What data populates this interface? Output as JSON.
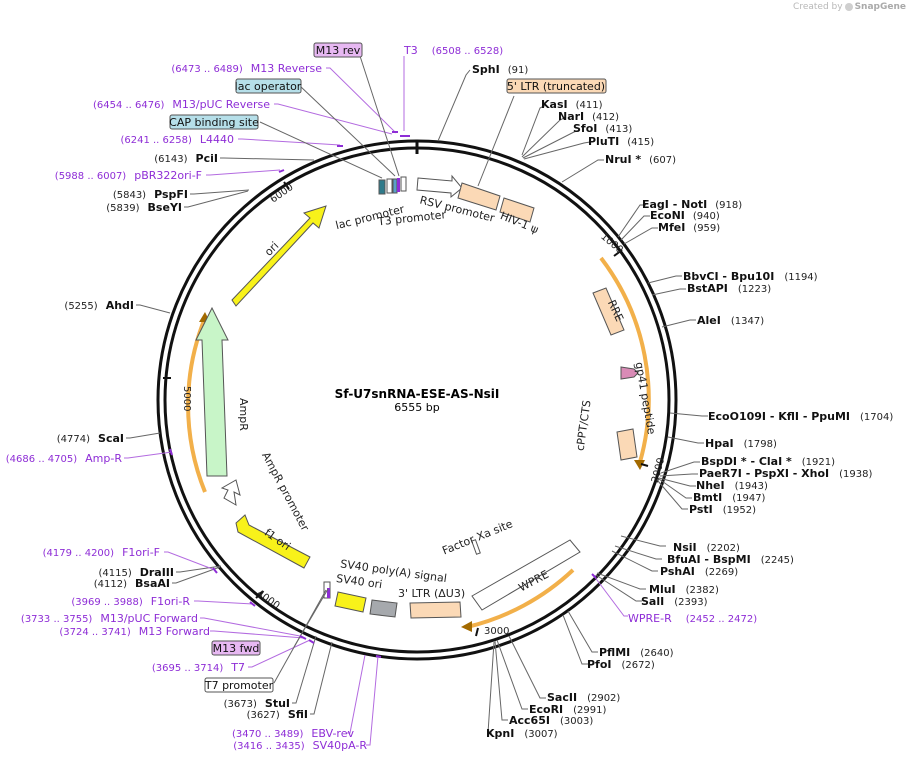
{
  "credit": {
    "prefix": "Created by",
    "brand": "SnapGene"
  },
  "plasmid": {
    "name": "Sf-U7snRNA-ESE-AS-NsiI",
    "length_label": "6555 bp"
  },
  "ticks": [
    "1000",
    "2000",
    "3000",
    "4000",
    "5000",
    "6000"
  ],
  "features": {
    "rsv_promoter": "RSV promoter",
    "hiv1_psi": "HIV-1 ψ",
    "rre": "RRE",
    "gp41_peptide": "gp41 peptide",
    "cppt_cts": "cPPT/CTS",
    "factor_xa": "Factor Xa site",
    "wpre": "WPRE",
    "ltr3": "3' LTR (ΔU3)",
    "sv40_polya": "SV40 poly(A) signal",
    "sv40_ori": "SV40 ori",
    "f1_ori": "f1 ori",
    "ampr_promoter": "AmpR promoter",
    "ampr": "AmpR",
    "ori": "ori",
    "lac_promoter": "lac promoter",
    "t3_promoter": "T3 promoter"
  },
  "boxes": {
    "m13rev": "M13 rev",
    "lac_operator": "lac operator",
    "cap_site": "CAP binding site",
    "ltr5_trunc": "5' LTR (truncated)",
    "m13fwd": "M13 fwd",
    "t7_promoter": "T7 promoter"
  },
  "right_sites": [
    {
      "name": "SphI",
      "pos": "(91)"
    },
    {
      "name": "KasI",
      "pos": "(411)"
    },
    {
      "name": "NarI",
      "pos": "(412)"
    },
    {
      "name": "SfoI",
      "pos": "(413)"
    },
    {
      "name": "PluTI",
      "pos": "(415)"
    },
    {
      "name": "NruI *",
      "pos": "(607)"
    },
    {
      "name": "EagI   - NotI",
      "pos": "(918)"
    },
    {
      "name": "EcoNI",
      "pos": "(940)"
    },
    {
      "name": "MfeI",
      "pos": "(959)"
    },
    {
      "name": "BbvCI   - Bpu10I",
      "pos": "(1194)"
    },
    {
      "name": "BstAPI",
      "pos": "(1223)"
    },
    {
      "name": "AleI",
      "pos": "(1347)"
    },
    {
      "name": "EcoO109I   - KflI   - PpuMI",
      "pos": "(1704)"
    },
    {
      "name": "HpaI",
      "pos": "(1798)"
    },
    {
      "name": "BspDI *  - ClaI *",
      "pos": "(1921)"
    },
    {
      "name": "PaeR7I   - PspXI   - XhoI",
      "pos": "(1938)"
    },
    {
      "name": "NheI",
      "pos": "(1943)"
    },
    {
      "name": "BmtI",
      "pos": "(1947)"
    },
    {
      "name": "PstI",
      "pos": "(1952)"
    },
    {
      "name": "NsiI",
      "pos": "(2202)"
    },
    {
      "name": "BfuAI   - BspMI",
      "pos": "(2245)"
    },
    {
      "name": "PshAI",
      "pos": "(2269)"
    },
    {
      "name": "MluI",
      "pos": "(2382)"
    },
    {
      "name": "SalI",
      "pos": "(2393)"
    },
    {
      "name": "PflMI",
      "pos": "(2640)"
    },
    {
      "name": "PfoI",
      "pos": "(2672)"
    },
    {
      "name": "SacII",
      "pos": "(2902)"
    },
    {
      "name": "EcoRI",
      "pos": "(2991)"
    },
    {
      "name": "Acc65I",
      "pos": "(3003)"
    },
    {
      "name": "KpnI",
      "pos": "(3007)"
    }
  ],
  "left_sites": [
    {
      "name": "PciI",
      "pos": "(6143)"
    },
    {
      "name": "PspFI",
      "pos": "(5843)"
    },
    {
      "name": "BseYI",
      "pos": "(5839)"
    },
    {
      "name": "AhdI",
      "pos": "(5255)"
    },
    {
      "name": "ScaI",
      "pos": "(4774)"
    },
    {
      "name": "DraIII",
      "pos": "(4115)"
    },
    {
      "name": "BsaAI",
      "pos": "(4112)"
    },
    {
      "name": "StuI",
      "pos": "(3673)"
    },
    {
      "name": "SfiI",
      "pos": "(3627)"
    }
  ],
  "primers": [
    {
      "name": "T3",
      "pos": "(6508 .. 6528)"
    },
    {
      "name": "M13 Reverse",
      "pos": "(6473 .. 6489)"
    },
    {
      "name": "M13/pUC Reverse",
      "pos": "(6454 .. 6476)"
    },
    {
      "name": "L4440",
      "pos": "(6241 .. 6258)"
    },
    {
      "name": "pBR322ori-F",
      "pos": "(5988 .. 6007)"
    },
    {
      "name": "Amp-R",
      "pos": "(4686 .. 4705)"
    },
    {
      "name": "F1ori-F",
      "pos": "(4179 .. 4200)"
    },
    {
      "name": "F1ori-R",
      "pos": "(3969 .. 3988)"
    },
    {
      "name": "M13/pUC Forward",
      "pos": "(3733 .. 3755)"
    },
    {
      "name": "M13 Forward",
      "pos": "(3724 .. 3741)"
    },
    {
      "name": "T7",
      "pos": "(3695 .. 3714)"
    },
    {
      "name": "EBV-rev",
      "pos": "(3470 .. 3489)"
    },
    {
      "name": "SV40pA-R",
      "pos": "(3416 .. 3435)"
    },
    {
      "name": "WPRE-R",
      "pos": "(2452 .. 2472)"
    }
  ]
}
